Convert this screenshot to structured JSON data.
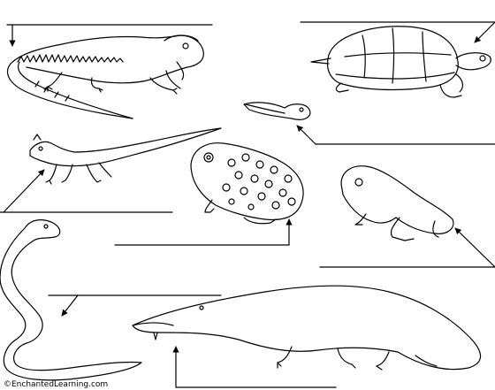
{
  "worksheet": {
    "credit": "©EnchantedLearning.com"
  },
  "animals": [
    {
      "id": "iguana",
      "label": ""
    },
    {
      "id": "turtle",
      "label": ""
    },
    {
      "id": "tadpole",
      "label": ""
    },
    {
      "id": "lizard",
      "label": ""
    },
    {
      "id": "toad",
      "label": ""
    },
    {
      "id": "frog",
      "label": ""
    },
    {
      "id": "snake",
      "label": ""
    },
    {
      "id": "crocodile",
      "label": ""
    }
  ]
}
